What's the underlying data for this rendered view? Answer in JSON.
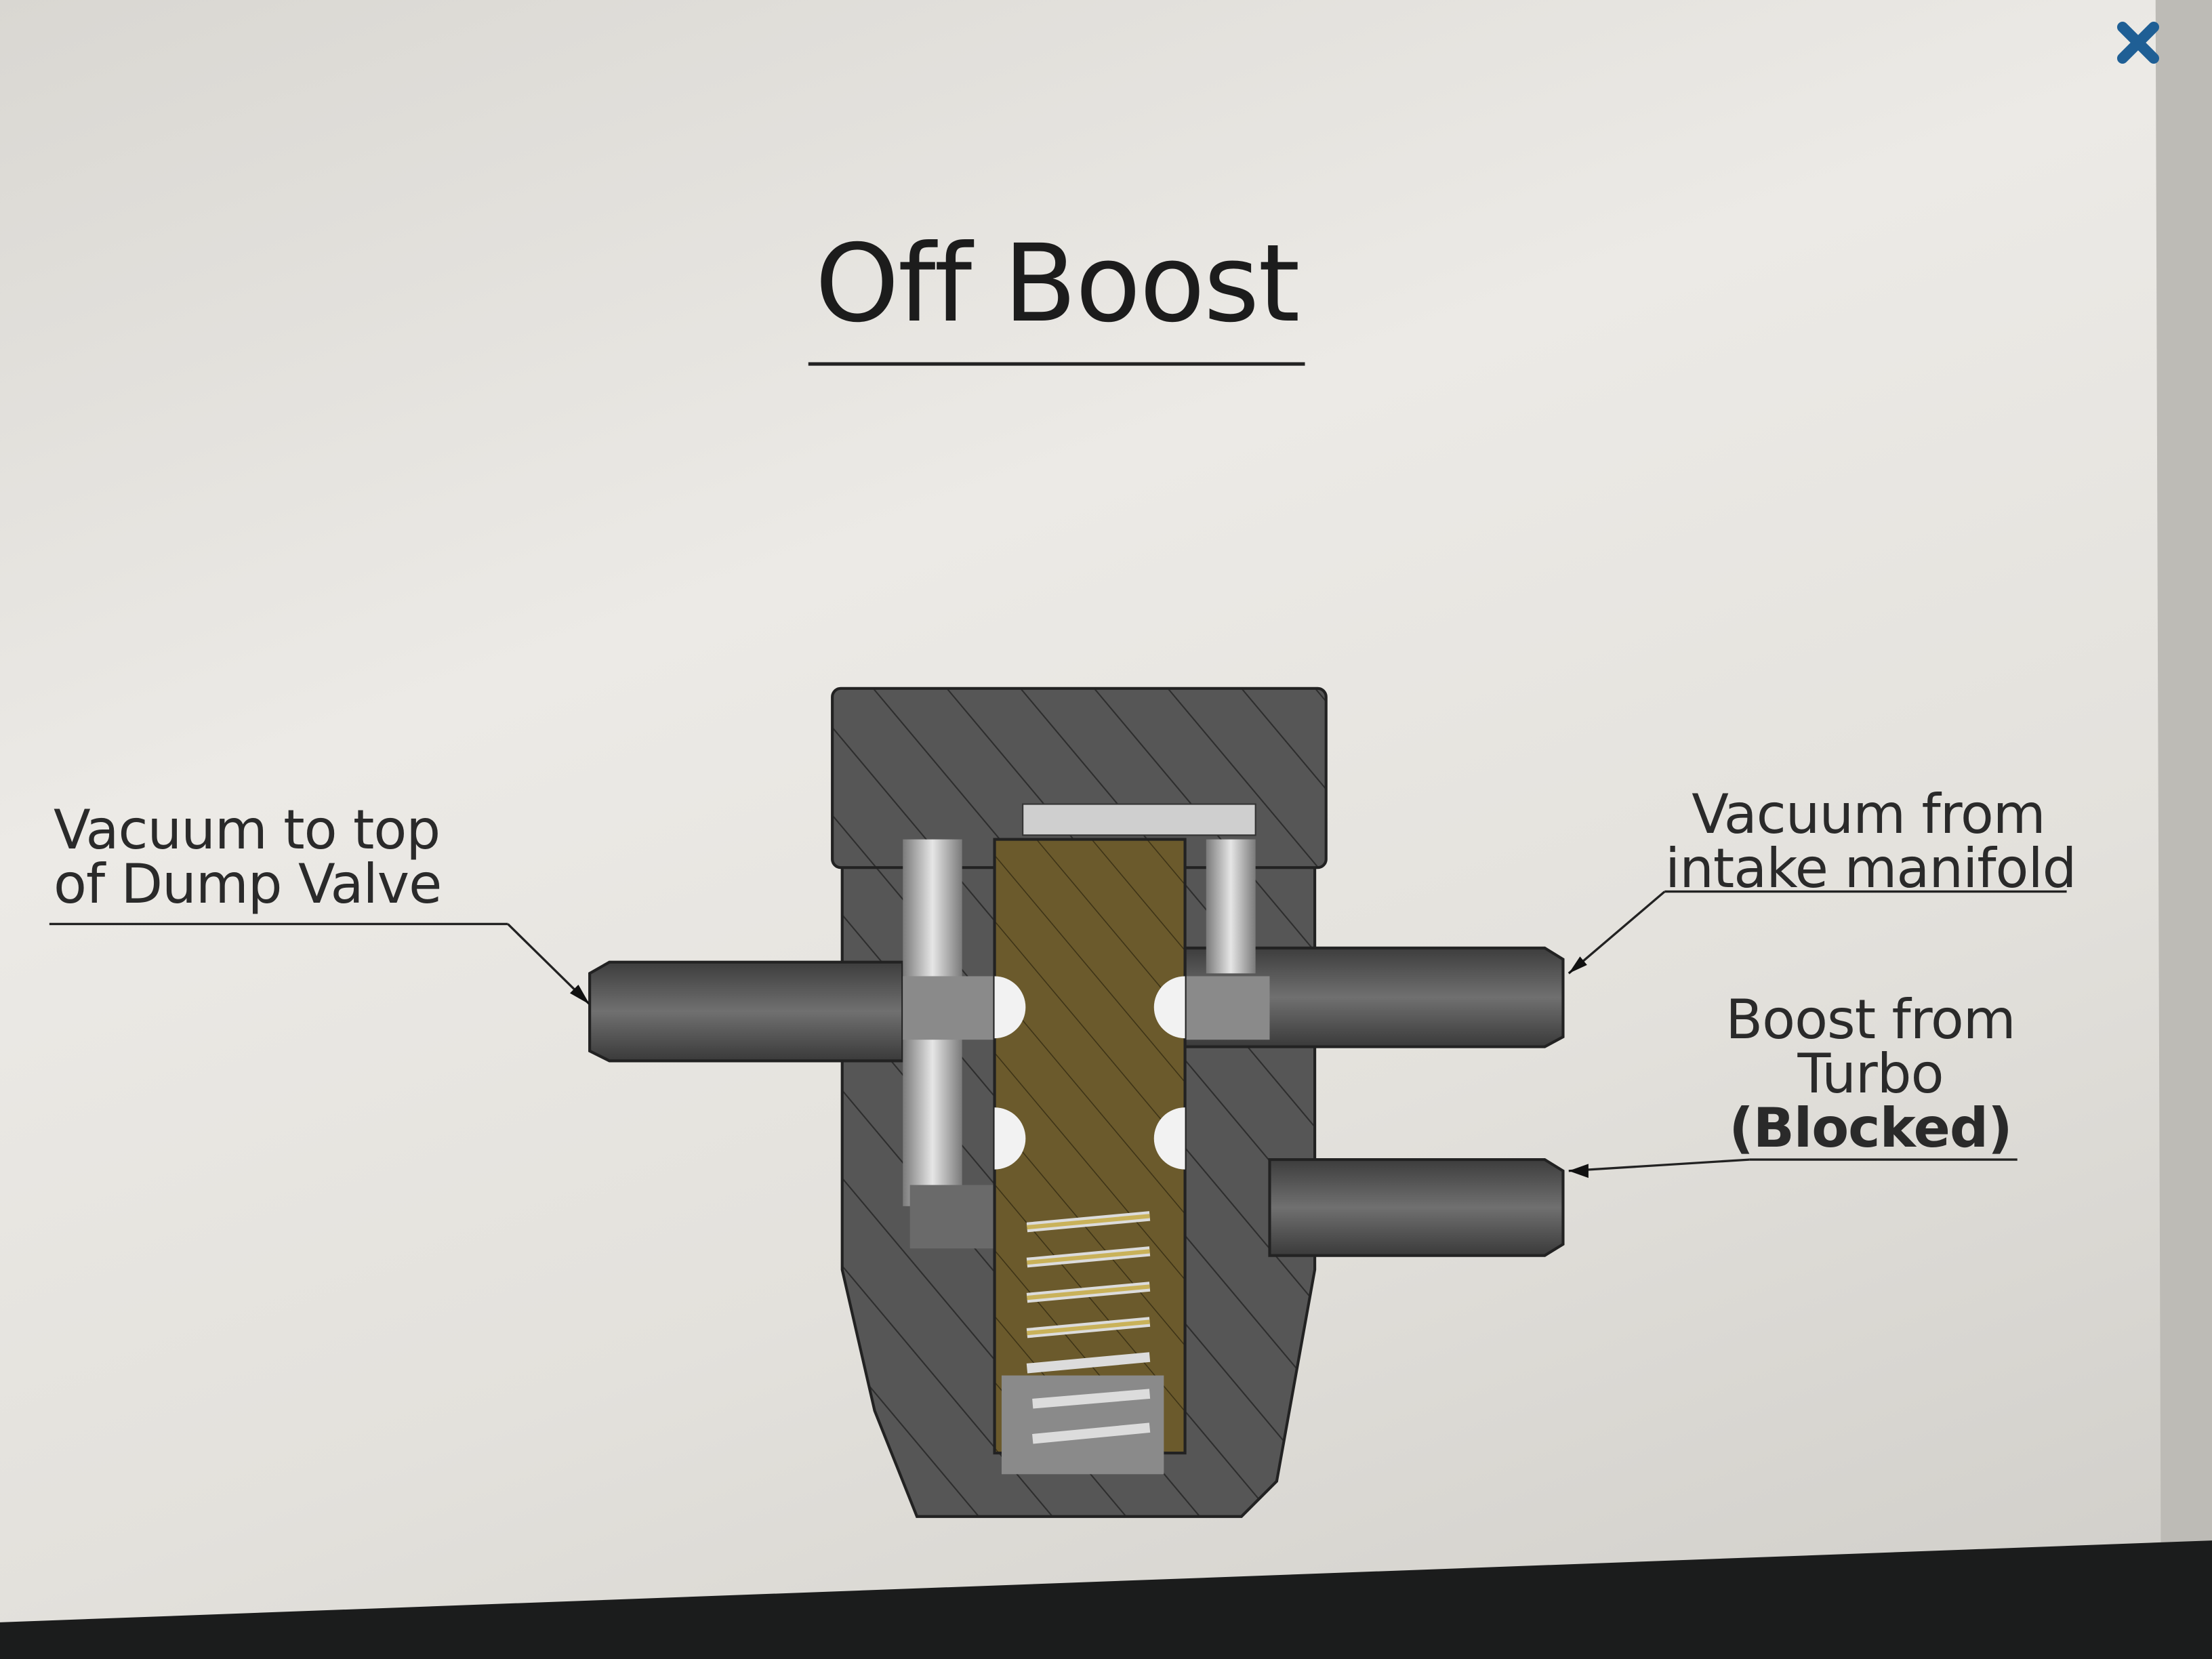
{
  "window": {
    "close_icon": "close-icon",
    "accent_color": "#1f5f95"
  },
  "diagram": {
    "title": "Off Boost",
    "labels": {
      "vacuum_dump": [
        "Vacuum to top",
        "of Dump Valve"
      ],
      "vacuum_intake": [
        "Vacuum from",
        "intake manifold"
      ],
      "boost_turbo": [
        "Boost from",
        "Turbo",
        "(Blocked)"
      ]
    },
    "colors": {
      "body": "#545454",
      "spool": "#6e5a2a",
      "spring": "#c9b25a"
    }
  }
}
